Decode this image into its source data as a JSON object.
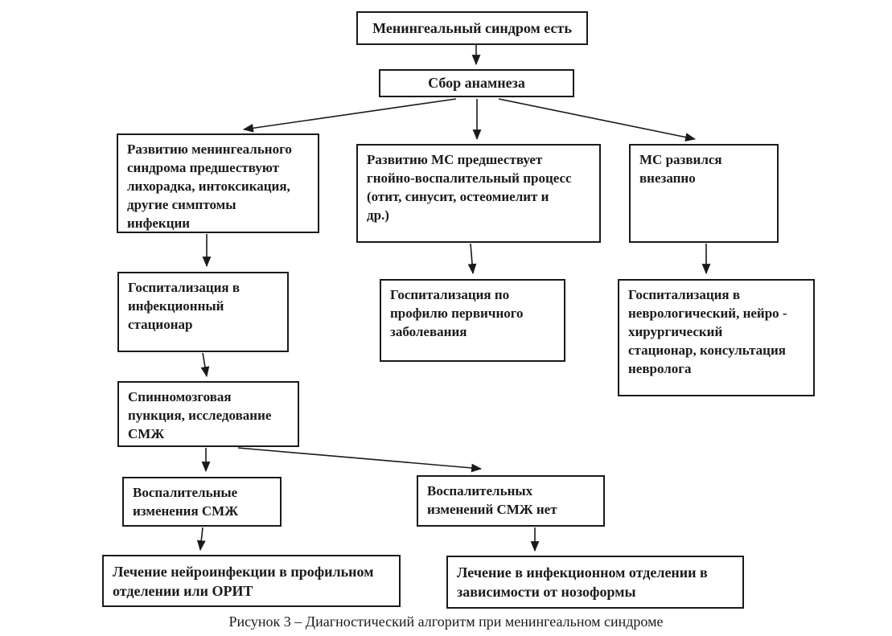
{
  "nodes": {
    "start": {
      "label": "Менингеальный синдром есть"
    },
    "anamnesis": {
      "label": "Сбор анамнеза"
    },
    "infection": {
      "label": "Развитию менингеального\nсиндрома предшествуют\nлихорадка, интоксикация,\nдругие симптомы\nинфекции"
    },
    "purulent": {
      "label": "Развитию МС предшествует\nгнойно-воспалительный процесс\n(отит, синусит, остеомиелит и\nдр.)"
    },
    "sudden": {
      "label": "МС развился\nвнезапно"
    },
    "hosp_infectious": {
      "label": "Госпитализация в\nинфекционный\nстационар"
    },
    "hosp_primary": {
      "label": "Госпитализация по\nпрофилю первичного\nзаболевания"
    },
    "hosp_neuro": {
      "label": "Госпитализация в\nневрологический, нейро -\nхирургический\nстационар, консультация\nневролога"
    },
    "puncture": {
      "label": "Спинномозговая\nпункция, исследование\nСМЖ"
    },
    "csf_yes": {
      "label": "Воспалительные\nизменения СМЖ"
    },
    "csf_no": {
      "label": "Воспалительных\nизменений СМЖ нет"
    },
    "treat_neuro": {
      "label": "Лечение нейроинфекции в профильном\nотделении или ОРИТ"
    },
    "treat_infect": {
      "label": "Лечение в инфекционном отделении в\nзависимости от нозоформы"
    }
  },
  "caption": "Рисунок 3 – Диагностический алгоритм при менингеальном синдроме",
  "colors": {
    "background": "#ffffff",
    "line": "#1a1a1a",
    "box_border": "#1a1a1a",
    "text": "#1a1a1a"
  }
}
